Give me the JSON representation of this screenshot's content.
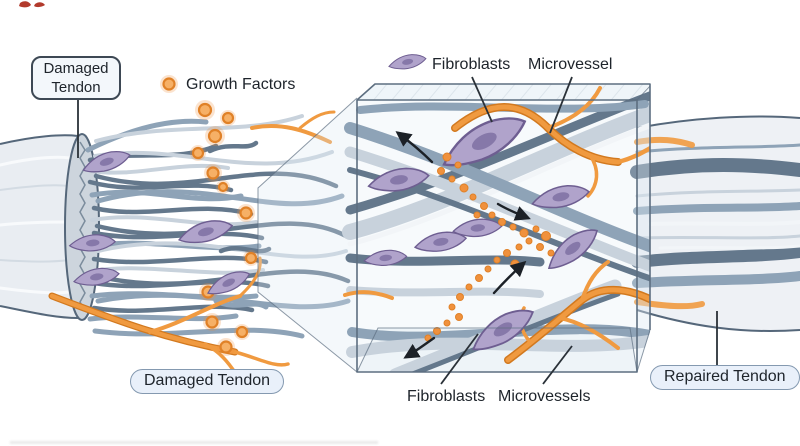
{
  "labels": {
    "damaged_tendon_top": "Damaged Tendon",
    "growth_factors": "Growth Factors",
    "fibroblasts_top": "Fibroblasts",
    "microvessel_top": "Microvessel",
    "damaged_tendon_bottom": "Damaged Tendon",
    "fibroblasts_bottom": "Fibroblasts",
    "microvessels_bottom": "Microvessels",
    "repaired_tendon": "Repaired Tendon"
  },
  "icons": {
    "growth_factor_legend": "orange-dot-icon",
    "fibroblast_legend": "fibroblast-cell-icon"
  },
  "colors": {
    "label_text": "#1e242b",
    "label_box_fill": "#f3f7fb",
    "label_box_border": "#3d4854",
    "pill_fill": "#e9f0fa",
    "pill_border": "#8499b0",
    "leader_line": "#2a3138",
    "arrow": "#1c2127",
    "outline": "#55677a",
    "tendon_body": "#e9edf2",
    "tendon_rim": "#cdd5dd",
    "fiber_dark": "#64788c",
    "fiber_mid": "#8ea3b7",
    "fiber_light": "#c8d2dc",
    "fibroblast_body": "#b0a3cb",
    "fibroblast_nucleus": "#8476a6",
    "fibroblast_outline": "#6e5e91",
    "vessel": "#f09a40",
    "vessel_outline": "#d2791f",
    "growth_factor": "#f0913d",
    "growth_factor_core": "#f6b066",
    "growth_factor_ring": "#e08127",
    "glass_fill": "#dce8f2",
    "glass_stroke": "#5d6e80",
    "ghost": "#e2e2e2",
    "mark_red": "#b23a2c"
  }
}
